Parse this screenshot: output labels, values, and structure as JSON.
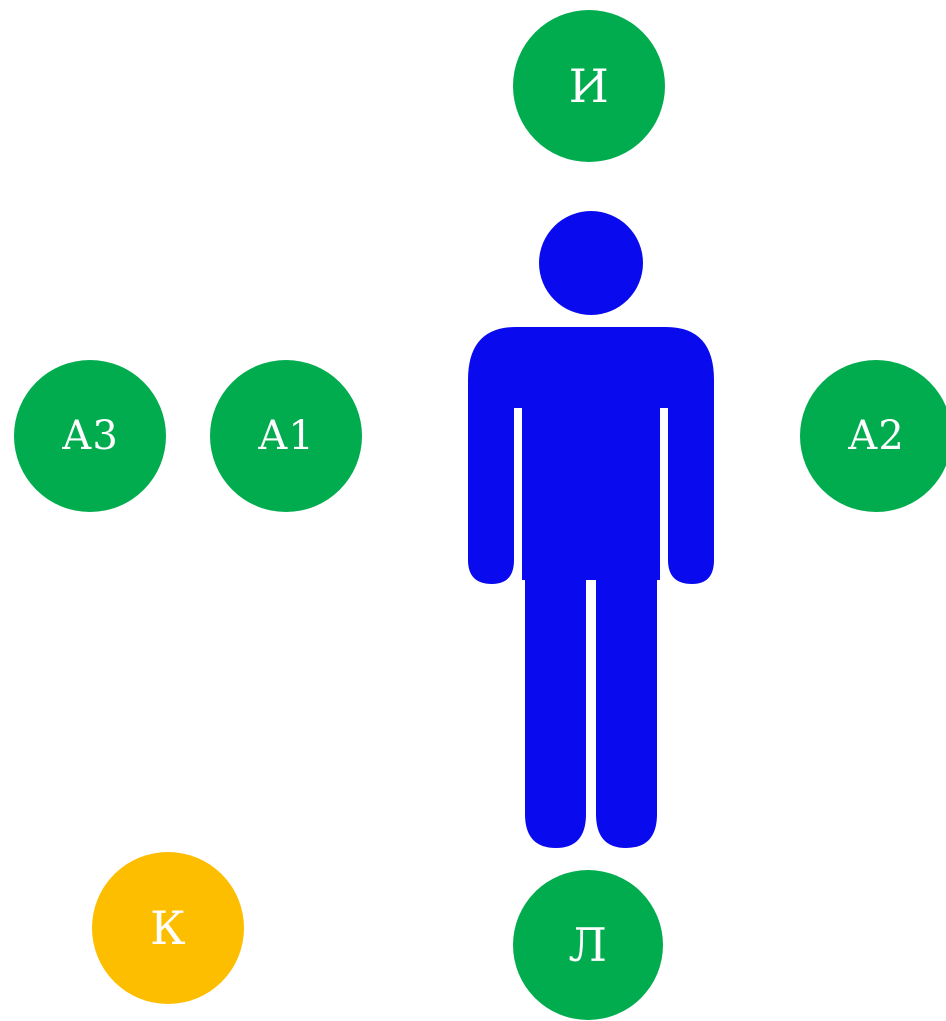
{
  "nodes": {
    "i": {
      "label": "И",
      "color": "#00AC4E"
    },
    "a3": {
      "label": "А3",
      "color": "#00AC4E"
    },
    "a1": {
      "label": "А1",
      "color": "#00AC4E"
    },
    "a2": {
      "label": "А2",
      "color": "#00AC4E"
    },
    "k": {
      "label": "К",
      "color": "#FDBE00"
    },
    "l": {
      "label": "Л",
      "color": "#00AC4E"
    }
  },
  "person": {
    "icon": "person-icon",
    "color": "#0A0AEE"
  }
}
